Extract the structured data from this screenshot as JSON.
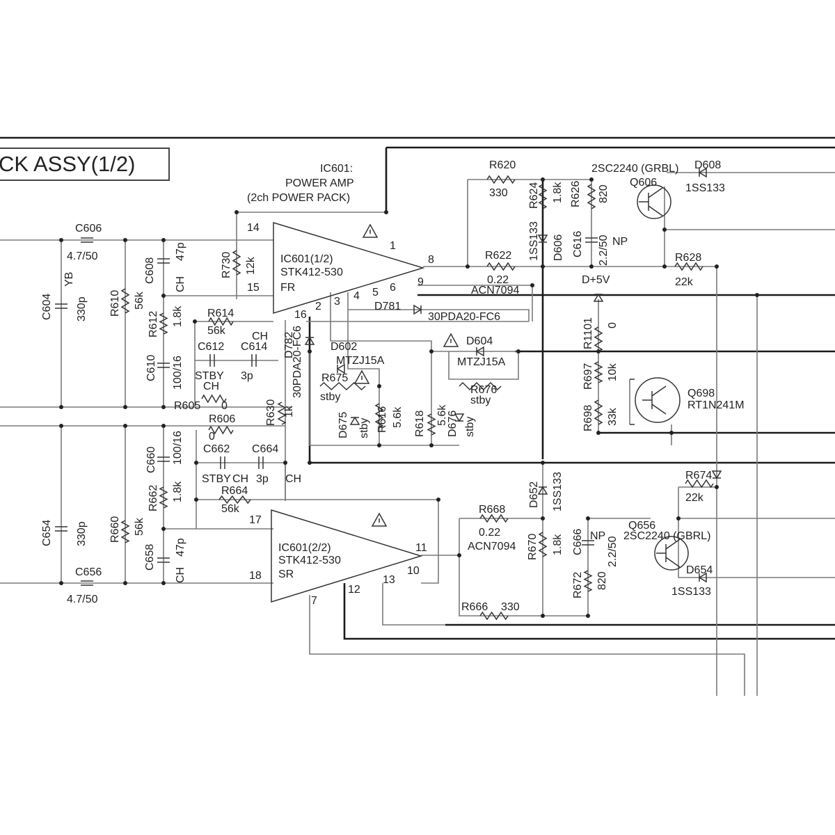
{
  "title": "CK ASSY(1/2)",
  "ic_header": {
    "ref": "IC601:",
    "name": "POWER AMP",
    "sub": "(2ch POWER PACK)"
  },
  "amp1": {
    "ref": "IC601(1/2)",
    "part": "STK412-530",
    "ch": "FR",
    "pins": [
      "14",
      "15",
      "1",
      "8",
      "9",
      "5",
      "6",
      "2",
      "3",
      "4",
      "16"
    ]
  },
  "amp2": {
    "ref": "IC601(2/2)",
    "part": "STK412-530",
    "ch": "SR",
    "pins": [
      "17",
      "18",
      "11",
      "10",
      "13",
      "12",
      "7"
    ]
  },
  "labels": {
    "c606": "C606",
    "c606v": "4.7/50",
    "c604": "C604",
    "c604v": "330p",
    "c604t": "YB",
    "r610": "R610",
    "r610v": "56k",
    "c608": "C608",
    "c608v": "47p",
    "c608t": "CH",
    "r612": "R612",
    "r612v": "1.8k",
    "c610": "C610",
    "c610v": "100/16",
    "r730": "R730",
    "r730v": "12k",
    "r614": "R614",
    "r614v": "56k",
    "c612": "C612",
    "c612t": "STBY",
    "c612t2": "CH",
    "c614": "C614",
    "c614t": "CH",
    "c614v": "3p",
    "r605": "R605",
    "r605v": "0",
    "d782": "D782",
    "d782v": "30PDA20-FC6",
    "d781": "D781",
    "d781v": "30PDA20-FC6",
    "d602": "D602",
    "d602v": "MTZJ15A",
    "r675": "R675",
    "r675t": "stby",
    "d675": "D675",
    "d675t": "stby",
    "r616": "R616",
    "r616v": "5.6k",
    "r618": "R618",
    "r618v": "5.6k",
    "d676": "D676",
    "d676t": "stby",
    "d604": "D604",
    "d604v": "MTZJ15A",
    "r676": "R676",
    "r676t": "stby",
    "r630": "R630",
    "r630v": "1k",
    "r620": "R620",
    "r620v": "330",
    "r622": "R622",
    "r622v": "0.22",
    "r622t": "ACN7094",
    "r624": "R624",
    "r624v": "1.8k",
    "d606": "D606",
    "d606v": "1SS133",
    "r626": "R626",
    "r626v": "820",
    "c616": "C616",
    "c616v": "2.2/50",
    "c616t": "NP",
    "q606": "Q606",
    "q606v": "2SC2240 (GRBL)",
    "d608": "D608",
    "d608v": "1SS133",
    "r628": "R628",
    "r628v": "22k",
    "d5v": "D+5V",
    "r1101": "R1101",
    "r1101v": "0",
    "r697": "R697",
    "r697v": "10k",
    "r698": "R698",
    "r698v": "33k",
    "q698": "Q698",
    "q698v": "RT1N241M",
    "c656": "C656",
    "c656v": "4.7/50",
    "c654": "C654",
    "c654v": "330p",
    "r660": "R660",
    "r660v": "56k",
    "c658": "C658",
    "c658v": "47p",
    "c658t": "CH",
    "r662": "R662",
    "r662v": "1.8k",
    "c660": "C660",
    "c660v": "100/16",
    "r606": "R606",
    "r606v": "0",
    "c662": "C662",
    "c662t": "STBY",
    "c662t2": "CH",
    "c664": "C664",
    "c664v": "3p",
    "c664t": "CH",
    "r664": "R664",
    "r664v": "56k",
    "d652": "D652",
    "d652v": "1SS133",
    "r668": "R668",
    "r668v": "0.22",
    "r668t": "ACN7094",
    "r670": "R670",
    "r670v": "1.8k",
    "c666": "C666",
    "c666v": "2.2/50",
    "c666t": "NP",
    "r672": "R672",
    "r672v": "820",
    "q656": "Q656",
    "q656v": "2SC2240 (GBRL)",
    "d654": "D654",
    "d654v": "1SS133",
    "r674": "R674",
    "r674v": "22k",
    "r666": "R666",
    "r666v": "330"
  }
}
